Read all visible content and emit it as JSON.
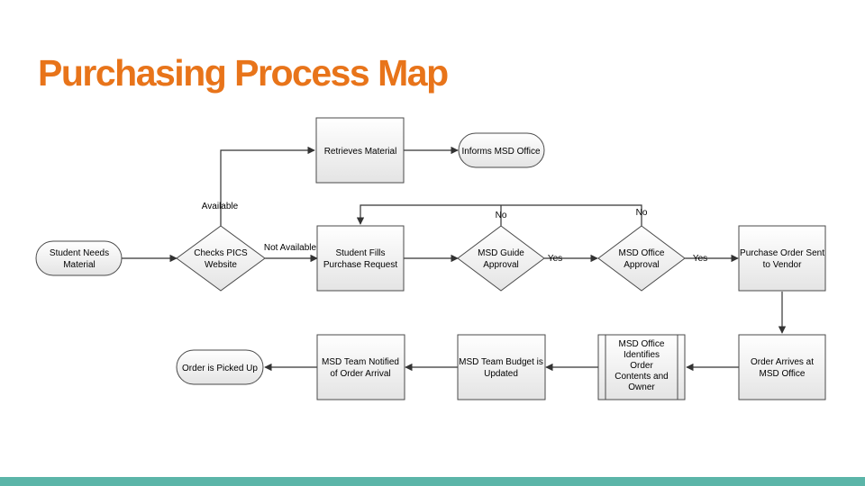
{
  "page": {
    "title": "Purchasing Process Map",
    "title_color": "#E8741A",
    "bar_color": "#5BB5A8"
  },
  "nodes": {
    "start": [
      "Student Needs",
      "Material"
    ],
    "checks_pics": [
      "Checks PICS",
      "Website"
    ],
    "retrieves": [
      "Retrieves Material"
    ],
    "informs": [
      "Informs MSD Office"
    ],
    "fills_request": [
      "Student Fills",
      "Purchase Request"
    ],
    "guide_approval": [
      "MSD Guide",
      "Approval"
    ],
    "office_approval": [
      "MSD Office",
      "Approval"
    ],
    "po_sent": [
      "Purchase Order Sent",
      "to Vendor"
    ],
    "order_arrives": [
      "Order Arrives at",
      "MSD Office"
    ],
    "identifies": [
      "MSD Office",
      "Identifies",
      "Order",
      "Contents and",
      "Owner"
    ],
    "budget_updated": [
      "MSD Team Budget is",
      "Updated"
    ],
    "team_notified": [
      "MSD Team Notified",
      "of Order Arrival"
    ],
    "picked_up": [
      "Order is Picked Up"
    ]
  },
  "edge_labels": {
    "available": "Available",
    "not_available": "Not Available",
    "guide_no": "No",
    "office_no": "No",
    "guide_yes": "Yes",
    "office_yes": "Yes"
  },
  "colors": {
    "fill_top": "#ffffff",
    "fill_bottom": "#e4e4e4",
    "stroke": "#4a4a4a"
  }
}
